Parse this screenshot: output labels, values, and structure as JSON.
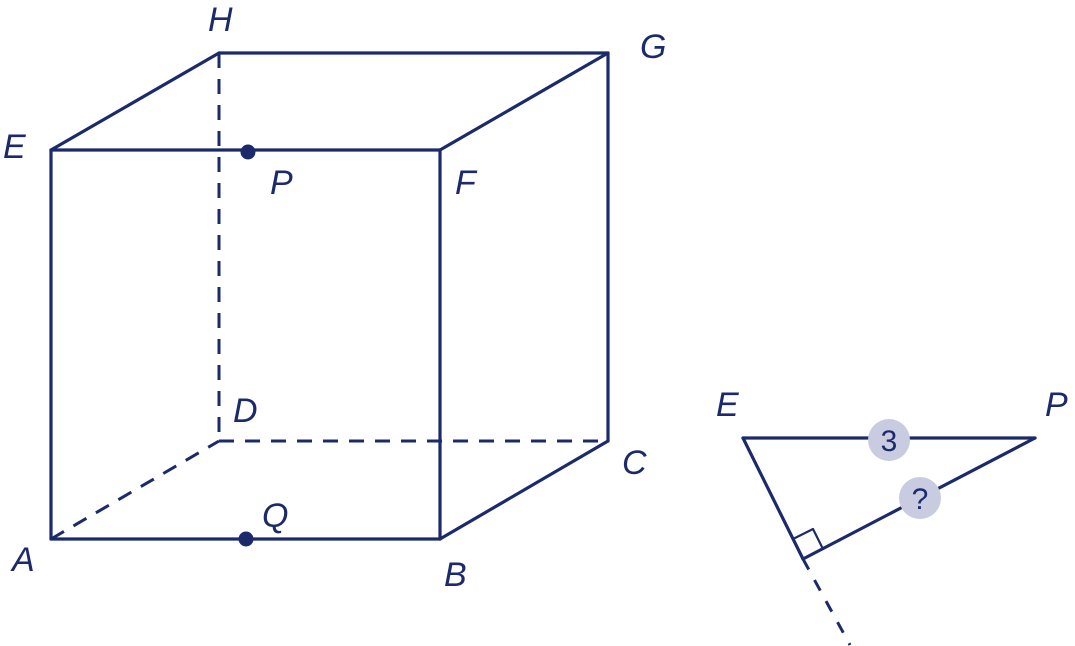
{
  "cube": {
    "labels": {
      "A": "A",
      "B": "B",
      "C": "C",
      "D": "D",
      "E": "E",
      "F": "F",
      "G": "G",
      "H": "H",
      "P": "P",
      "Q": "Q"
    }
  },
  "triangle": {
    "labels": {
      "E": "E",
      "P": "P"
    },
    "side_EP": "3",
    "unknown_side": "?"
  },
  "colors": {
    "line": "#1b2a6b",
    "badge_fill": "#c9cbe0"
  }
}
